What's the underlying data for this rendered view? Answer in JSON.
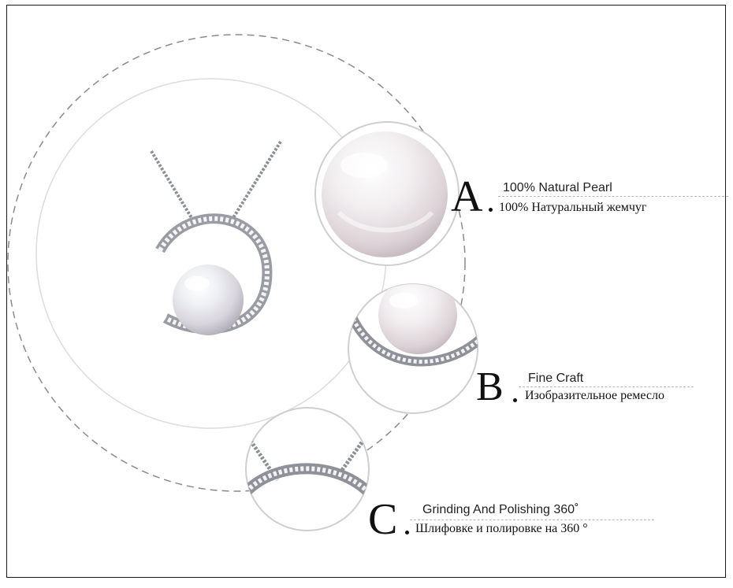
{
  "features": [
    {
      "letter": "A",
      "title": "100% Natural Pearl",
      "subtitle": "100% Натуральный жемчуг"
    },
    {
      "letter": "B",
      "title": "Fine Craft",
      "subtitle": "Изобразительное ремесло"
    },
    {
      "letter": "C",
      "title": "Grinding And Polishing 360˚",
      "subtitle": "Шлифовке и полировке на 360 °"
    }
  ],
  "colors": {
    "pearl": "#e8e6ee",
    "silver": "#a9aab2",
    "stone": "#f2f3f7"
  }
}
